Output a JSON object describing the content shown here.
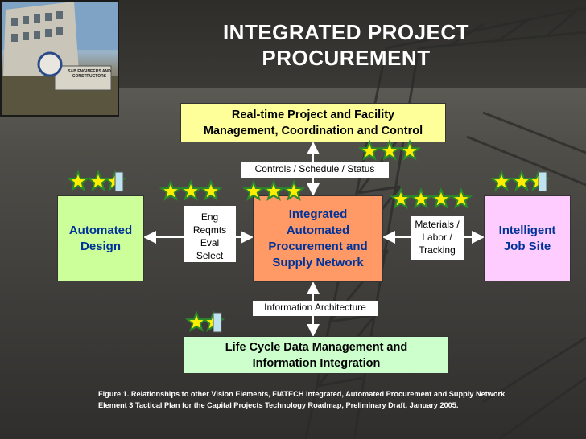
{
  "title_line1": "INTEGRATED PROJECT",
  "title_line2": "PROCUREMENT",
  "boxes": {
    "realtime_line1": "Real-time Project and  Facility",
    "realtime_line2": "Management, Coordination and Control",
    "automated_line1": "Automated",
    "automated_line2": "Design",
    "center_line1": "Integrated",
    "center_line2": "Automated",
    "center_line3": "Procurement and",
    "center_line4": "Supply Network",
    "intelligent_line1": "Intelligent",
    "intelligent_line2": "Job Site",
    "lifecycle_line1": "Life Cycle Data Management and",
    "lifecycle_line2": "Information Integration"
  },
  "labels": {
    "controls": "Controls / Schedule / Status",
    "eng_1": "Eng",
    "eng_2": "Reqmts",
    "eng_3": "Eval",
    "eng_4": "Select",
    "mat_1": "Materials /",
    "mat_2": "Labor /",
    "mat_3": "Tracking",
    "info": "Information Architecture"
  },
  "caption_line1": "Figure 1. Relationships to other Vision Elements, FIATECH  Integrated, Automated Procurement and Supply Network",
  "caption_line2": "Element 3 Tactical Plan for the Capital Projects Technology Roadmap, Preliminary Draft, January 2005.",
  "photo_sign": "S&B ENGINEERS AND CONSTRUCTORS",
  "star_groups": [
    {
      "name": "stars-realtime",
      "full": 3,
      "partial": 0
    },
    {
      "name": "stars-auto",
      "full": 2,
      "partial": 1
    },
    {
      "name": "stars-left-link",
      "full": 3,
      "partial": 0
    },
    {
      "name": "stars-center",
      "full": 3,
      "partial": 0
    },
    {
      "name": "stars-right-link",
      "full": 4,
      "partial": 0
    },
    {
      "name": "stars-intel",
      "full": 2,
      "partial": 1
    },
    {
      "name": "stars-lifecycle",
      "full": 1,
      "partial": 1
    }
  ],
  "colors": {
    "realtime_box": "#ffff99",
    "automated_box": "#ccff99",
    "center_box": "#ff9966",
    "intelligent_box": "#ffccff",
    "lifecycle_box": "#ccffcc",
    "box_text": "#003399",
    "star": "#ffee00",
    "star_outline": "#2a8a2a",
    "partial_star": "#bde3f0"
  }
}
